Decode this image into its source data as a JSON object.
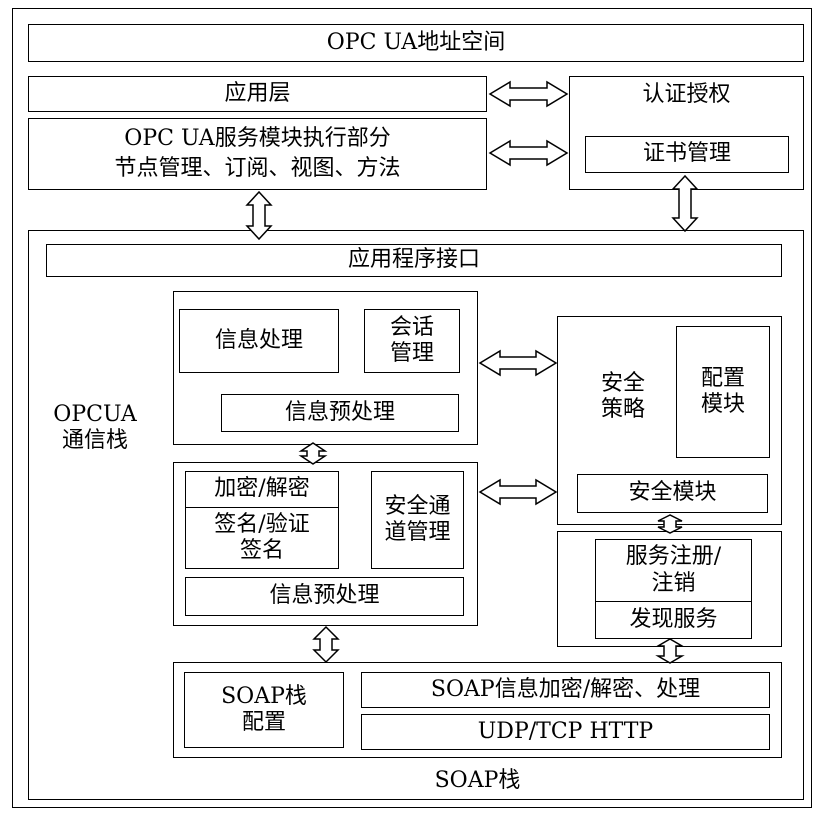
{
  "address_space": "OPC UA地址空间",
  "app_layer": "应用层",
  "service_module": "OPC UA服务模块执行部分\n节点管理、订阅、视图、方法",
  "auth": {
    "title": "认证授权",
    "cert": "证书管理"
  },
  "stack": {
    "label": "OPCUA\n通信栈",
    "api": "应用程序接口",
    "msg_block": {
      "proc": "信息处理",
      "session": "会话\n管理",
      "preproc": "信息预处理"
    },
    "sec_channel_block": {
      "encrypt": "加密/解密",
      "sign": "签名/验证\n签名",
      "channel": "安全通\n道管理",
      "preproc": "信息预处理"
    },
    "security": {
      "policy": "安全\n策略",
      "config": "配置\n模块",
      "module": "安全模块"
    },
    "discovery": {
      "register": "服务注册/\n注销",
      "find": "发现服务"
    },
    "soap": {
      "config": "SOAP栈\n配置",
      "encrypt": "SOAP信息加密/解密、处理",
      "transport": "UDP/TCP HTTP",
      "label": "SOAP栈"
    }
  }
}
